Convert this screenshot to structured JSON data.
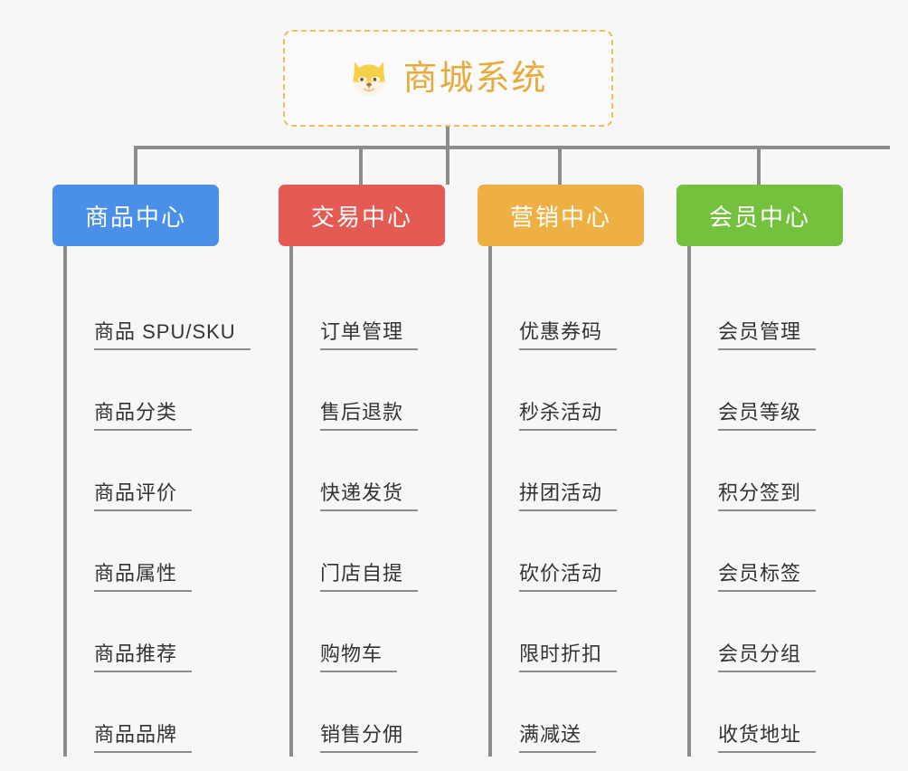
{
  "root": {
    "icon": "shiba-dog-face-icon",
    "title": "商城系统",
    "title_color": "#e8aa3d",
    "border_color": "#f0bc5e"
  },
  "categories": [
    {
      "label": "商品中心",
      "color": "#4a90e8",
      "items": [
        "商品 SPU/SKU",
        "商品分类",
        "商品评价",
        "商品属性",
        "商品推荐",
        "商品品牌"
      ]
    },
    {
      "label": "交易中心",
      "color": "#e45b53",
      "items": [
        "订单管理",
        "售后退款",
        "快递发货",
        "门店自提",
        "购物车",
        "销售分佣"
      ]
    },
    {
      "label": "营销中心",
      "color": "#eeb042",
      "items": [
        "优惠券码",
        "秒杀活动",
        "拼团活动",
        "砍价活动",
        "限时折扣",
        "满减送"
      ]
    },
    {
      "label": "会员中心",
      "color": "#73c13d",
      "items": [
        "会员管理",
        "会员等级",
        "积分签到",
        "会员标签",
        "会员分组",
        "收货地址"
      ]
    }
  ],
  "theme": {
    "background": "#f7f7f7",
    "connector_color": "#8c8c8c",
    "leaf_text_color": "#333333"
  }
}
